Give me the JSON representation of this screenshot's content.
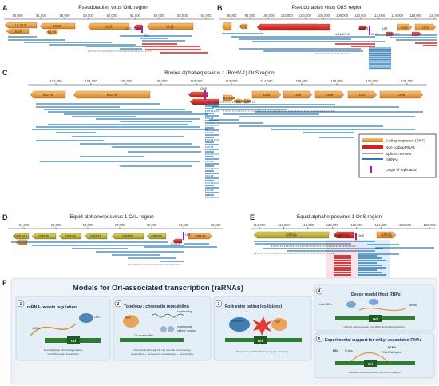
{
  "panels": {
    "A": {
      "label": "A",
      "title": "Pseudorabies virus OriL region",
      "ticks": [
        "50,000",
        "51,000",
        "58,000",
        "59,000",
        "60,000",
        "61,000",
        "62,000",
        "63,000",
        "64,000"
      ],
      "genes": [
        "UL25.5",
        "UL26",
        "UL25",
        "UL24",
        "UL22",
        "UL21"
      ],
      "labels": [
        "CTO-S",
        "OriL"
      ]
    },
    "B": {
      "label": "B",
      "title": "Pseudorabies virus OriS region",
      "ticks": [
        "96,000",
        "98,000",
        "100,000",
        "102,000",
        "104,000",
        "106,000",
        "108,000",
        "110,000",
        "112,000",
        "114,000",
        "116,000",
        "118,000"
      ],
      "genes": [
        "EP0",
        "IE180",
        "US1",
        "US3"
      ],
      "labels": [
        "NOIR-1",
        "asNOIR-2",
        "OriS",
        "AST",
        "AS-US1"
      ]
    },
    "C": {
      "label": "C",
      "title": "Bovine alphaherpesvirus 1 (BoHV-1) OriS region",
      "ticks": [
        "102,000",
        "104,000",
        "106,000",
        "108,000",
        "110,000",
        "112,000",
        "114,000",
        "116,000",
        "118,000",
        "120,000",
        "122,000"
      ],
      "genes": [
        "BICP0",
        "BICP4",
        "BICP22",
        "US1.67",
        "US2",
        "US3",
        "US4",
        "US6",
        "US7",
        "US8"
      ],
      "labels": [
        "OriS"
      ]
    },
    "D": {
      "label": "D",
      "title": "Equid alphaherpesvirus 1 OriL region",
      "ticks": [
        "64,000",
        "66,000",
        "68,000",
        "70,000",
        "72,000",
        "74,000",
        "76,000"
      ],
      "genes": [
        "ORF33.5",
        "ORF34",
        "ORF35",
        "ORF36",
        "ORF37",
        "ORF38",
        "ORF39",
        "ORF40"
      ],
      "labels": [
        "OriL",
        "CTO-S"
      ]
    },
    "E": {
      "label": "E",
      "title": "Equid alphaherpesvirus 1 OriS region",
      "ticks": [
        "114,000",
        "116,000",
        "118,000",
        "120,000",
        "122,000",
        "124,000",
        "126,000",
        "128,000"
      ],
      "genes": [
        "ORF64",
        "ORF65",
        "ORF66"
      ],
      "labels": [
        "NOIR",
        "OriS"
      ]
    },
    "F": {
      "label": "F"
    }
  },
  "legend": {
    "items": [
      "Coding sequence (ORF)",
      "Non-coding RNAs",
      "Spliced mRNAs",
      "mRNAs",
      "Origin of replication"
    ],
    "colors": [
      "#e8922c",
      "#d42121",
      "#5a3c2e",
      "#2f7ab5",
      "#8b2ab8"
    ]
  },
  "models": {
    "title": "Models for Ori-associated transcription (raRNAs)",
    "boxes": [
      {
        "num": "1",
        "title": "raRNA-protein regulation",
        "labels": [
          "ORC",
          "raRNA",
          "Ori"
        ],
        "caption": [
          "Recruit/distract Ori-binding proteins",
          "via RNA–protein interactions"
        ]
      },
      {
        "num": "2",
        "title": "Topology / chromatin remodeling",
        "labels": [
          "RNP",
          "supercoiling",
          "nucleosome",
          "sliding / eviction",
          "Ori-accessibility"
        ],
        "caption": [
          "Transcription through Ori can remodel local topology",
          "(supercoiling + nucleosome repositioning → accessibility)"
        ]
      },
      {
        "num": "3",
        "title": "Fork entry gating (collisions)",
        "labels": [
          "Replisome",
          "RNP",
          "Ori"
        ],
        "caption": [
          "Polymerase traffic/collisions may gate fork entry"
        ]
      },
      {
        "num": "4",
        "title": "Decoy model (host RBPs)",
        "labels": [
          "host RBPs",
          "raRNA",
          "Ori"
        ],
        "caption": [
          "raRNAs may sequester host RBPs that inhibit replication"
        ]
      },
      {
        "num": "5",
        "title": "Experimental support for oriLyt-associated RNAs",
        "labels": [
          "HCMV",
          "EBV",
          "R-loop",
          "RNA:DNA hybrid",
          "Ori"
        ],
        "caption": [
          "RNA:DNA hybrid formation can control initiation"
        ]
      }
    ]
  },
  "colors": {
    "orf": "#e8922c",
    "orf_olive": "#b8b52c",
    "ncrna": "#d42121",
    "spliced": "#5a3c2e",
    "mrna": "#2f7ab5",
    "ori": "#8b2ab8",
    "panel_bg": "#eef3f8",
    "box_bg": "#e4eef7"
  }
}
